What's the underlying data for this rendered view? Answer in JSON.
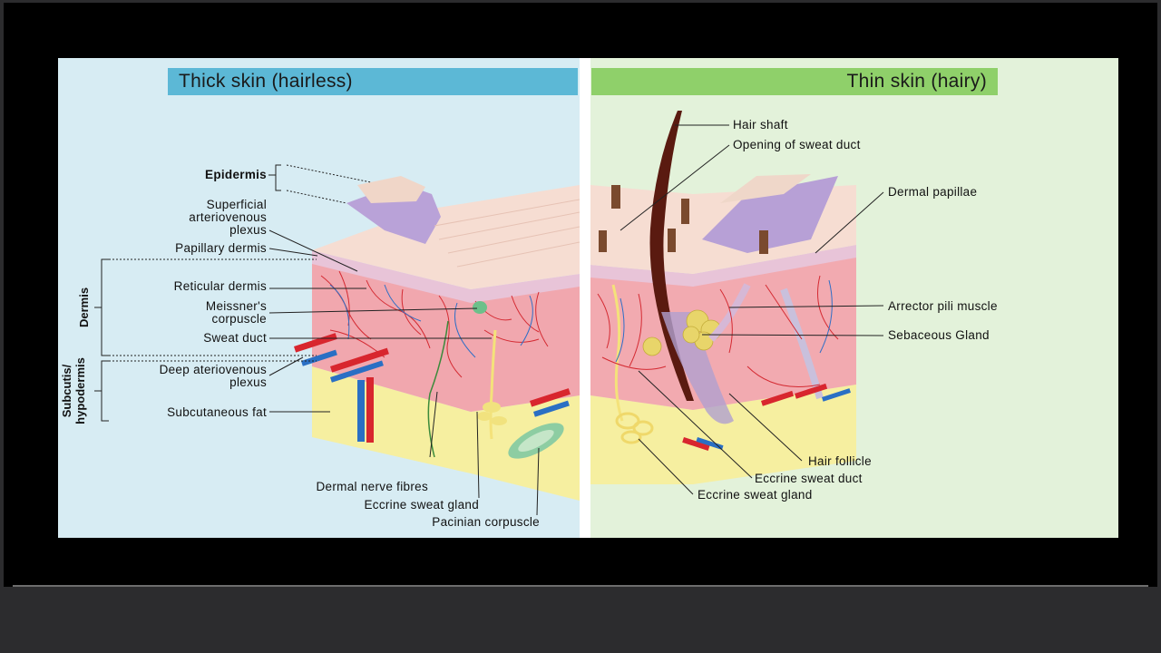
{
  "headers": {
    "thick": "Thick skin (hairless)",
    "thin": "Thin skin (hairy)"
  },
  "left_labels": {
    "epidermis": "Epidermis",
    "superficial_1": "Superficial",
    "superficial_2": "arteriovenous",
    "superficial_3": "plexus",
    "papillary_dermis": "Papillary dermis",
    "reticular_dermis": "Reticular dermis",
    "meissner_1": "Meissner's",
    "meissner_2": "corpuscle",
    "sweat_duct": "Sweat duct",
    "deep_1": "Deep ateriovenous",
    "deep_2": "plexus",
    "subcutaneous_fat": "Subcutaneous fat",
    "dermal_nerve": "Dermal nerve fibres",
    "eccrine_gland": "Eccrine sweat gland",
    "pacinian": "Pacinian corpuscle"
  },
  "side_labels": {
    "dermis": "Dermis",
    "subcutis_1": "Subcutis/",
    "subcutis_2": "hypodermis"
  },
  "right_labels": {
    "hair_shaft": "Hair shaft",
    "opening_sweat_duct": "Opening of sweat duct",
    "dermal_papillae": "Dermal papillae",
    "arrector_pili": "Arrector pili muscle",
    "sebaceous": "Sebaceous Gland",
    "hair_follicle": "Hair follicle",
    "eccrine_duct": "Eccrine sweat duct",
    "eccrine_gland": "Eccrine sweat gland"
  },
  "colors": {
    "thick_bg": "#d7ecf3",
    "thin_bg": "#e3f2da",
    "thick_header": "#5cb8d6",
    "thin_header": "#8fd06a",
    "epidermis": "#b8a0d6",
    "dermis": "#f2aab0",
    "fat": "#f7f2a0",
    "artery": "#d8262e",
    "vein": "#2a6fc4"
  }
}
